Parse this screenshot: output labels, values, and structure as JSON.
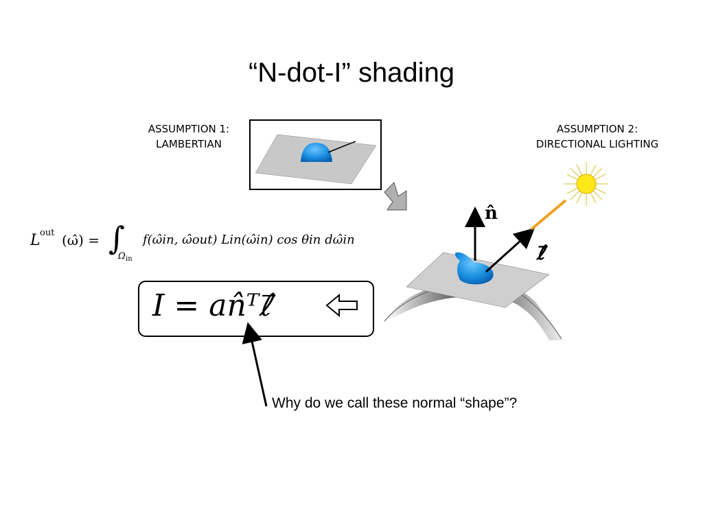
{
  "slide": {
    "title": "“N-dot-I” shading",
    "assumption1": {
      "line1": "ASSUMPTION 1:",
      "line2": "LAMBERTIAN"
    },
    "assumption2": {
      "line1": "ASSUMPTION 2:",
      "line2": "DIRECTIONAL LIGHTING"
    },
    "equations": {
      "rendering_lhs": "L",
      "rendering_lhs_sup": "out",
      "rendering_lhs_arg": "(ω̂) =",
      "rendering_integral": "∫",
      "rendering_domain": "Ω",
      "rendering_domain_sub": "in",
      "rendering_rhs": "f(ω̂in, ω̂out) Lin(ω̂in) cos θin dω̂in",
      "shading": "I = an̂ᵀℓ⃗"
    },
    "labels": {
      "normal": "n̂",
      "light": "ℓ⃗"
    },
    "question": "Why do we call these normal “shape”?"
  },
  "colors": {
    "blob": "#1a8fe0",
    "plane": "#c8c8c8",
    "sun": "#ffe81a",
    "light_ray": "#f0a020"
  }
}
